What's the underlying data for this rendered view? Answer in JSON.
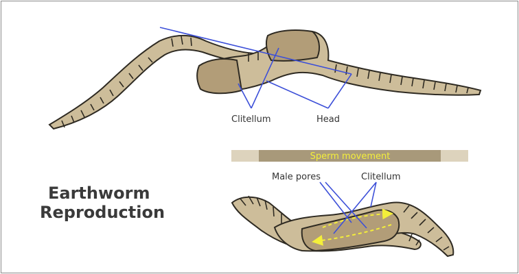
{
  "title": {
    "line1": "Earthworm",
    "line2": "Reproduction"
  },
  "top_diagram": {
    "labels": {
      "clitellum": "Clitellum",
      "head": "Head"
    }
  },
  "bottom_diagram": {
    "band_label": "Sperm movement",
    "labels": {
      "male_pores": "Male pores",
      "clitellum": "Clitellum"
    }
  },
  "colors": {
    "worm_body": "#cdbd9a",
    "worm_outline": "#2e2a22",
    "clitellum": "#b29d78",
    "pointer_lines": "#3c4fd8",
    "band_light": "#ddd3bd",
    "band_dark": "#a8997a",
    "sperm_arrows": "#f4ef3a"
  }
}
